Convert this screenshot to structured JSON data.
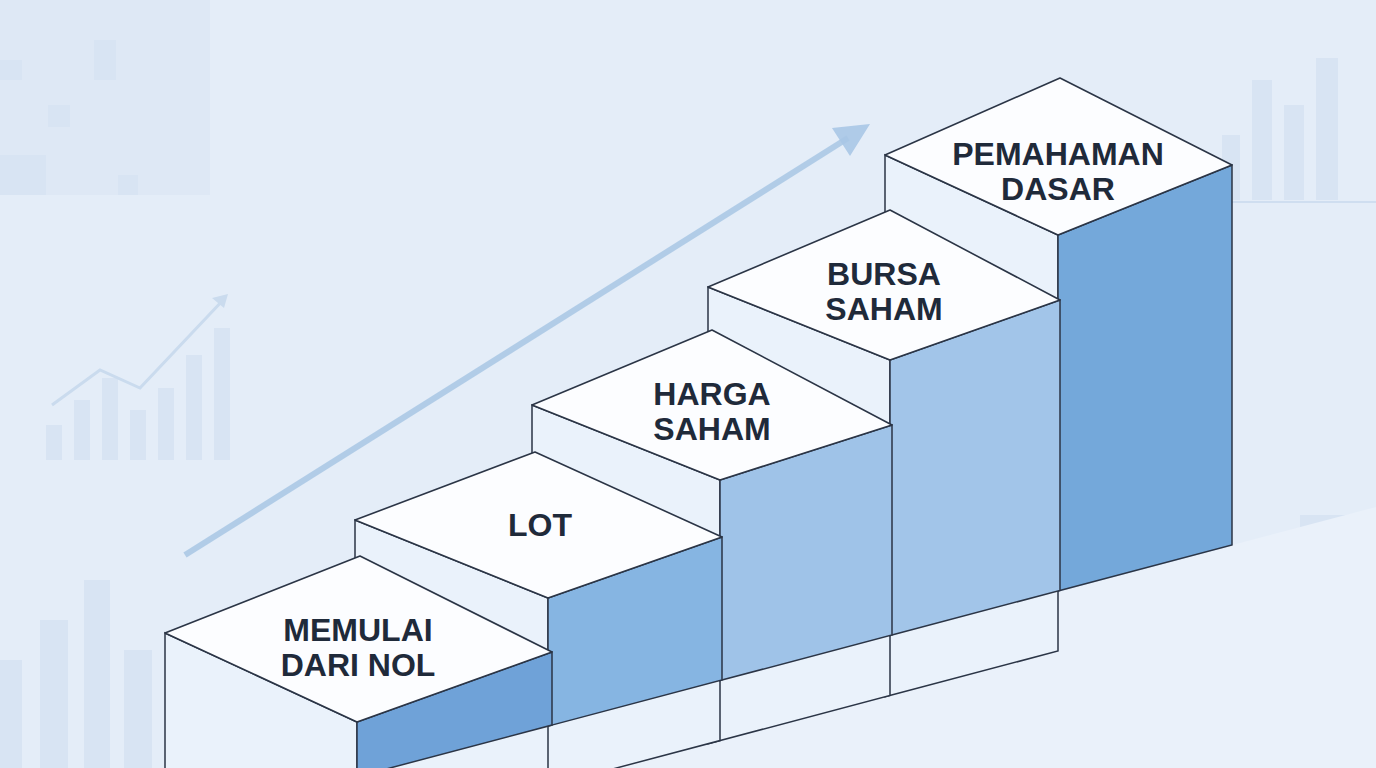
{
  "diagram": {
    "nodes": [
      {
        "text": [
          "MEMULAI DARI NOL"
        ]
      },
      {
        "text": [
          "LOT"
        ]
      },
      {
        "text": [
          "HARGA SAHAM"
        ]
      },
      {
        "text": [
          "BURSA SAHAM"
        ]
      },
      {
        "text": [
          "PEMAHAMAN DASAR"
        ]
      }
    ]
  }
}
